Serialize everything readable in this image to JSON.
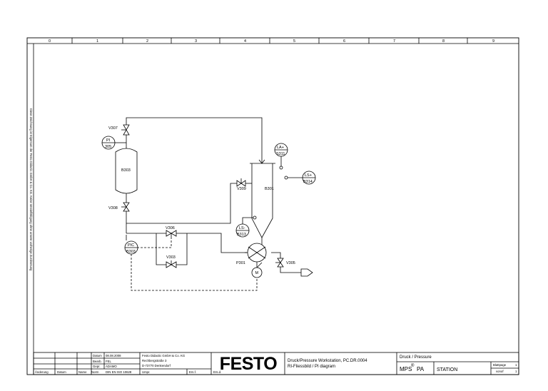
{
  "frame": {
    "columns": [
      "0",
      "1",
      "2",
      "3",
      "4",
      "5",
      "6",
      "7",
      "8",
      "9"
    ],
    "side_note": "Diese Zeichnung ist Eigentum der Festo Didactic GmbH & Co. KG. Keine Vervielfältigung ohne unsere vorherige Zustimmung"
  },
  "diagram": {
    "valves": {
      "v307": "V307",
      "v308": "V308",
      "v309": "V309",
      "v306": "V306",
      "v303": "V303",
      "v305": "V305"
    },
    "instruments": {
      "pi305": {
        "top": "PI",
        "bottom": "305"
      },
      "pic_b303": {
        "top": "PIC",
        "bottom": "B303"
      },
      "la_s311": {
        "top": "LA+",
        "bottom": "S311"
      },
      "ls_s314": {
        "top": "LS+",
        "bottom": "B314"
      },
      "ls_b313": {
        "top": "LS-",
        "bottom": "B313"
      }
    },
    "tanks": {
      "b303": "B303",
      "b301": "B301"
    },
    "pump": "P301",
    "motor": "M"
  },
  "title_block": {
    "datum_label": "Datum",
    "datum_value": "08.08.2008",
    "bearb_label": "Bearb.",
    "bearb_value": "FEL",
    "gepr_label": "Gepr.",
    "gepr_value": "ADAMO",
    "norm_label": "Norm",
    "norm_value": "DIN EN ISO 10628",
    "company": [
      "Festo Didactic GmbH & Co. KG",
      "Rechbergstraße 3",
      "D-73770 Denkendorf"
    ],
    "logo": "FESTO",
    "title_line1": "Druck/Pressure Workstation, PC.DR.0004",
    "title_line2": "RI-Fliessbild / PI diagram",
    "category": "Druck / Pressure",
    "mps": "MPS",
    "pa": "PA",
    "station": "STATION",
    "blatt_label": "Blattpage",
    "blatt_value": "1",
    "von_label": "vonof",
    "von_value": "1",
    "bottom_row": [
      "Änderung",
      "Datum",
      "Name",
      "Norm",
      "Urspr.",
      "Ers.f.",
      "Ers.d."
    ]
  }
}
